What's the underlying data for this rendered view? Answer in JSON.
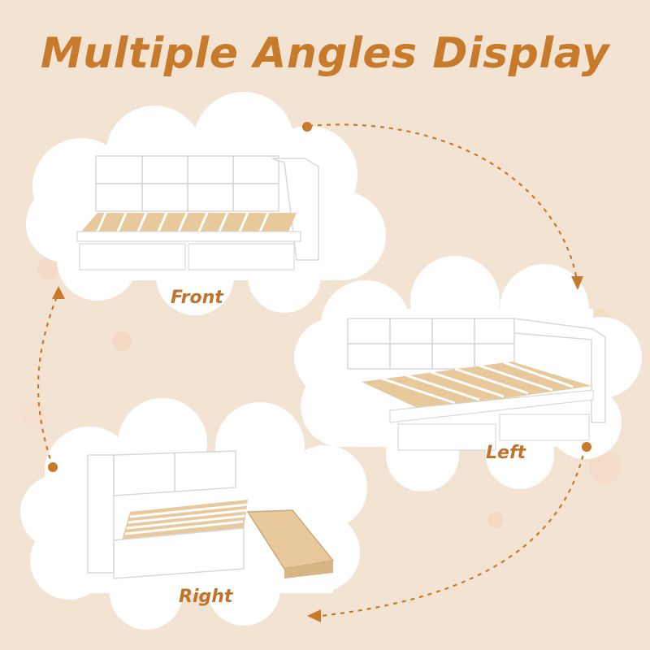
{
  "title": "Multiple Angles Display",
  "views": {
    "front": "Front",
    "left": "Left",
    "right": "Right"
  },
  "colors": {
    "background": "#f3e3d3",
    "accent": "#c67a2a",
    "cloud": "#ffffff",
    "bed_frame": "#ffffff",
    "wood_slat": "#e8c99c"
  }
}
